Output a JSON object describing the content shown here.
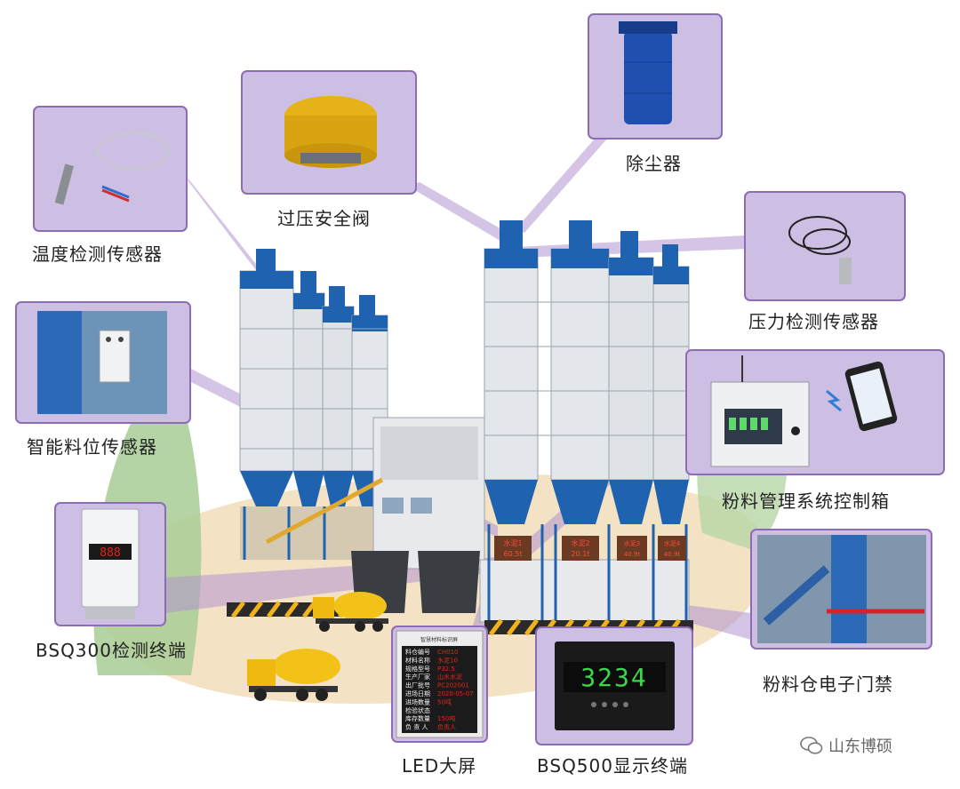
{
  "callouts": {
    "temp_sensor": "温度检测传感器",
    "relief_valve": "过压安全阀",
    "dust_collector": "除尘器",
    "pressure_sensor": "压力检测传感器",
    "level_sensor": "智能料位传感器",
    "control_box": "粉料管理系统控制箱",
    "bsq300": "BSQ300检测终端",
    "access_control": "粉料仓电子门禁",
    "led_screen": "LED大屏",
    "bsq500": "BSQ500显示终端"
  },
  "silo_signs": [
    "水泥1 60.5t",
    "水泥2 20.1t",
    "水泥3 40.9t",
    "水泥4 40.9t"
  ],
  "silo_sign_labels": [
    "水泥1",
    "水泥2",
    "水泥3",
    "水泥4"
  ],
  "silo_sign_values": [
    "60.5t",
    "20.1t",
    "40.9t",
    "40.9t"
  ],
  "bsq300_readout": "888",
  "bsq500_readout": "3234",
  "led_panel": {
    "title": "智慧材料标识屏",
    "rows": [
      [
        "料仓编号",
        "CH010"
      ],
      [
        "材料名称",
        "水泥10"
      ],
      [
        "规格型号",
        "P32.5"
      ],
      [
        "生产厂家",
        "山水水泥"
      ],
      [
        "出厂批号",
        "PC202001"
      ],
      [
        "进场日期",
        "2020-05-07"
      ],
      [
        "进场数量",
        "50吨"
      ],
      [
        "检验状态",
        ""
      ],
      [
        "库存数量",
        "150吨"
      ],
      [
        "负 责 人",
        "负责人"
      ]
    ]
  },
  "brand": "山东博硕",
  "colors": {
    "panel": "#cdbfe3",
    "panel_border": "#8e6bb5",
    "silo_blue": "#1f63b0",
    "led_red": "#e0251b",
    "led_green": "#39d94a"
  }
}
